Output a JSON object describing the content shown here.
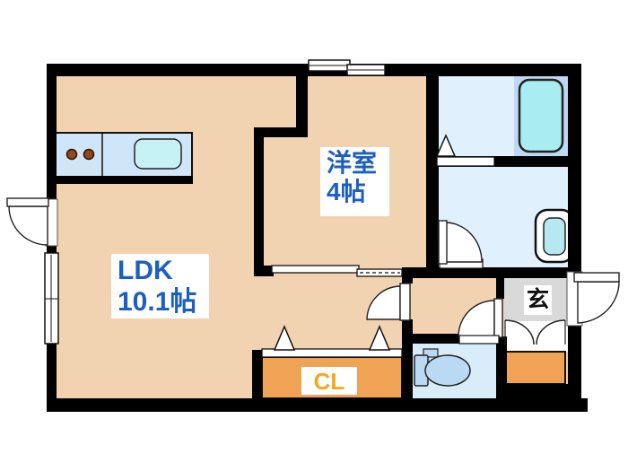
{
  "rooms": {
    "ldk": {
      "name": "LDK",
      "size": "10.1帖"
    },
    "western_room": {
      "name": "洋室",
      "size": "4帖"
    },
    "entrance": {
      "label": "玄"
    },
    "closet": {
      "label": "CL"
    }
  },
  "colors": {
    "wall": "#000000",
    "room_floor": "#f2d3b1",
    "wet_area_floor": "#e0f0fc",
    "toilet_floor": "#d9ecfa",
    "entrance_floor": "#d9d9d9",
    "storage_orange": "#f1a355",
    "bathtub_cyan": "#a9ecf2",
    "counter_blue": "#cfe6f8",
    "room_label_blue": "#1c5fc0",
    "cl_label_orange": "#f5a81e",
    "background": "#ffffff"
  },
  "fixtures": [
    "kitchen-counter",
    "stove-burners",
    "kitchen-sink",
    "bathtub",
    "washbasin",
    "toilet",
    "shoe-cabinet",
    "closet"
  ]
}
